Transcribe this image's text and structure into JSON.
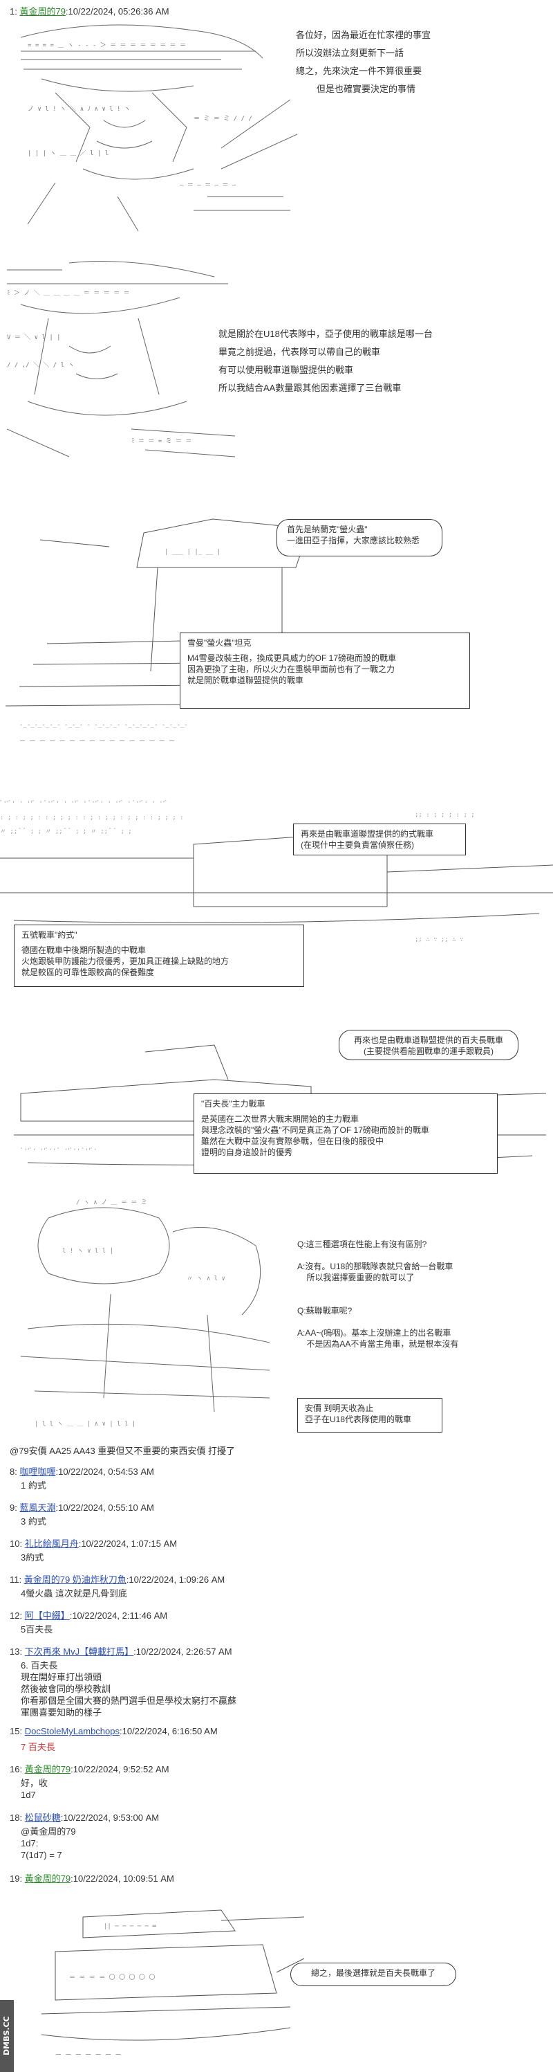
{
  "posts": {
    "p1": {
      "num": "1:",
      "name": "黃金周的79",
      "date": ":10/22/2024, 05:26:36 AM"
    },
    "p8": {
      "num": "8:",
      "name": "咖哩咖喱",
      "date": ":10/22/2024, 0:54:53 AM",
      "body": "1 約式"
    },
    "p9": {
      "num": "9:",
      "name": "藍風天淵",
      "date": ":10/22/2024, 0:55:10 AM",
      "body": "3 約式"
    },
    "p10": {
      "num": "10:",
      "name": "礼比絵風月舟",
      "date": ":10/22/2024, 1:07:15 AM",
      "body": "3約式"
    },
    "p11": {
      "num": "11:",
      "name": "黃金周的79 奶油炸秋刀魚",
      "date": ":10/22/2024, 1:09:26 AM",
      "body": "4螢火蟲 這次就是凡骨到底"
    },
    "p12": {
      "num": "12:",
      "name": "阿【中綴】",
      "date": ":10/22/2024, 2:11:46 AM",
      "body": "5百夫長"
    },
    "p13": {
      "num": "13:",
      "name": "下次再來 MvJ【轉載打馬】",
      "date": ":10/22/2024, 2:26:57 AM",
      "body": "6. 百夫長\n現在開好車打出領頭\n然後被會同的學校教訓\n你看那個是全國大賽的熱門選手但是學校太窮打不贏蘇\n軍團喜要知助的樣子"
    },
    "p15": {
      "num": "15:",
      "name": "DocStoleMyLambchops",
      "date": ":10/22/2024, 6:16:50 AM",
      "body": "7 百夫長"
    },
    "p16": {
      "num": "16:",
      "name": "黃金周的79",
      "date": ":10/22/2024, 9:52:52 AM",
      "body": "好，收\n1d7"
    },
    "p18": {
      "num": "18:",
      "name": "松鼠砂糖",
      "date": ":10/22/2024, 9:53:00 AM",
      "body": "@黃金周的79\n1d7:\n7(1d7) = 7"
    },
    "p19": {
      "num": "19:",
      "name": "黃金周的79",
      "date": ":10/22/2024, 10:09:51 AM"
    }
  },
  "scene1": {
    "lines": [
      "各位好，因為最近在忙家裡的事宜",
      "所以沒辦法立刻更新下一話",
      "總之，先來決定一件不算很重要",
      "但是也確實要決定的事情"
    ]
  },
  "scene2": {
    "lines": [
      "就是關於在U18代表隊中，亞子使用的戰車該是哪一台",
      "畢竟之前提過，代表隊可以帶自己的戰車",
      "有可以使用戰車道聯盟提供的戰車",
      "所以我結合AA數量跟其他因素選擇了三台戰車"
    ]
  },
  "scene3": {
    "bubble": "首先是納蘭克\"螢火蟲\"\n一進田亞子指揮，大家應該比較熟悉",
    "box_title": "雪曼\"螢火蟲\"坦克",
    "box_body": "M4雪曼改裝主砲，換成更具威力的OF 17磅砲而設的戰車\n因為更換了主砲，所以火力在重裝甲面前也有了一戰之力\n就是開於戰車道聯盟提供的戰車\n"
  },
  "scene4": {
    "bubble": "再來是由戰車道聯盟提供的約式戰車\n(在現什中主要負責當偵察任務)",
    "box_title": "五號戰車\"約式\"",
    "box_body": "德國在戰車中後期所製造的中戰車\n火炮跟裝甲防護能力很優秀，更加具正確操上缺點的地方\n就是較區的可靠性跟較高的保養難度"
  },
  "scene5": {
    "bubble": "再來也是由戰車道聯盟提供的百夫長戰車\n(主要提供看能圓戰車的運手跟戰員)",
    "box_title": "\"百夫長\"主力戰車",
    "box_body": "是英國在二次世界大戰末期開始的主力戰車\n與理念改裝的\"螢火蟲\"不同是真正為了OF 17磅砲而設計的戰車\n雖然在大戰中並沒有實際參戰，但在日後的服役中\n證明的自身這設計的優秀"
  },
  "scene6": {
    "qa": "Q:這三種選項在性能上有沒有區別?\n\nA:沒有。U18的那戰隊表就只會給一台戰車\n    所以我選擇要重要的就可以了\n\n\nQ:蘇聯戰車呢?\n\nA:AA~(嗚咽)。基本上沒辦達上的出名戰車\n    不是因為AA不肯當主角車，就是根本沒有",
    "box": "安價 到明天收為止\n亞子在U18代表隊使用的戰車",
    "footer": "@79安價 AA25 AA43 重要但又不重要的東西安價 打擾了"
  },
  "scene7": {
    "bubble": "總之，最後選擇就是百夫長戰車了"
  },
  "watermark": "DMBS.CC"
}
